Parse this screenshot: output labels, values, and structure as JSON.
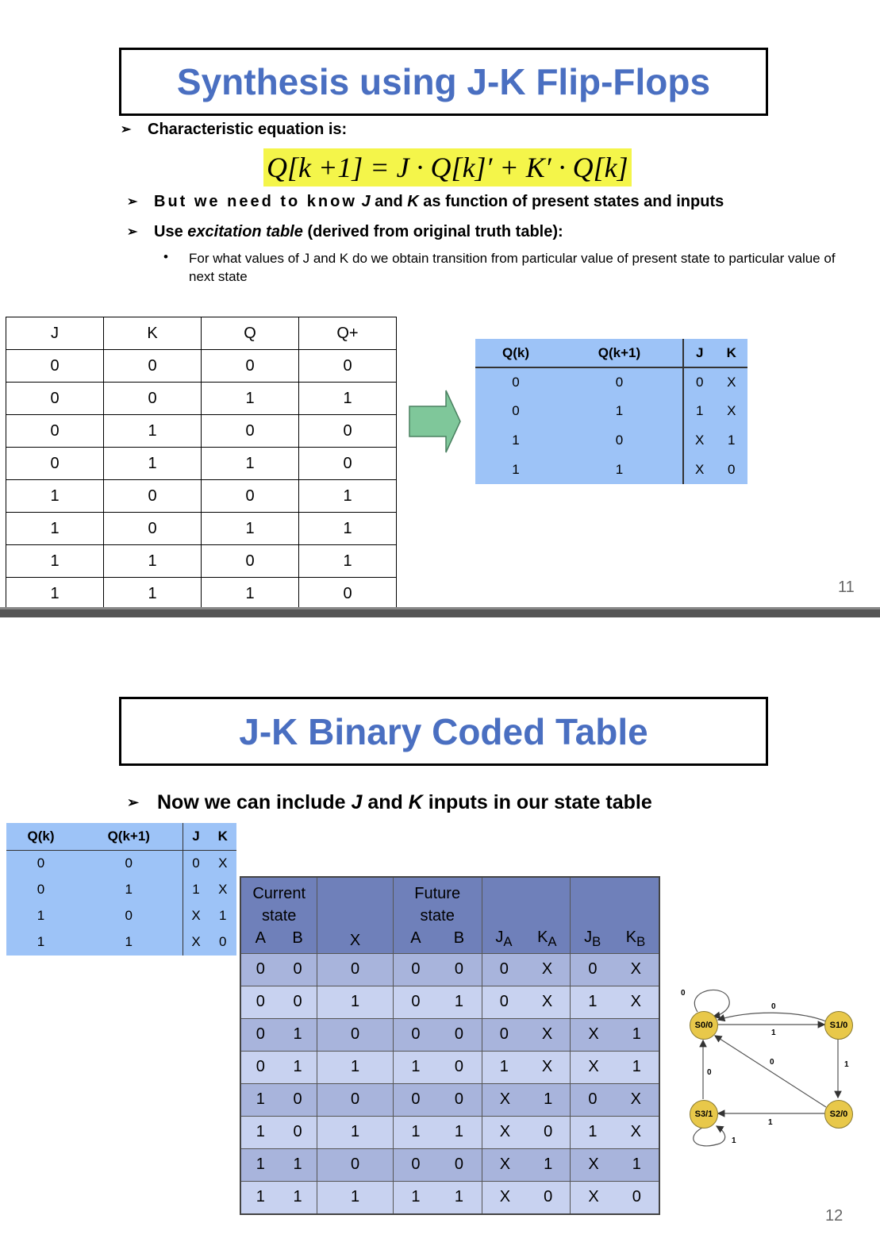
{
  "slide1": {
    "title": "Synthesis using J-K Flip-Flops",
    "bullet1": "Characteristic equation is:",
    "equation": "Q[k +1] = J · Q[k]′ + K′ · Q[k]",
    "bullet2_spaced": "But we need to know",
    "bullet2_J": "J",
    "bullet2_and": "and",
    "bullet2_K": "K",
    "bullet2_rest": "as function of present states and inputs",
    "bullet3_a": "Use",
    "bullet3_em": "excitation table",
    "bullet3_b": "(derived from original truth table):",
    "sub_bullet": "For what values of J and K do we obtain transition from particular value of present state to particular value of next state",
    "truth_table": {
      "headers": [
        "J",
        "K",
        "Q",
        "Q+"
      ],
      "rows": [
        [
          "0",
          "0",
          "0",
          "0"
        ],
        [
          "0",
          "0",
          "1",
          "1"
        ],
        [
          "0",
          "1",
          "0",
          "0"
        ],
        [
          "0",
          "1",
          "1",
          "0"
        ],
        [
          "1",
          "0",
          "0",
          "1"
        ],
        [
          "1",
          "0",
          "1",
          "1"
        ],
        [
          "1",
          "1",
          "0",
          "1"
        ],
        [
          "1",
          "1",
          "1",
          "0"
        ]
      ]
    },
    "excitation_table": {
      "headers": [
        "Q(k)",
        "Q(k+1)",
        "J",
        "K"
      ],
      "rows": [
        [
          "0",
          "0",
          "0",
          "X"
        ],
        [
          "0",
          "1",
          "1",
          "X"
        ],
        [
          "1",
          "0",
          "X",
          "1"
        ],
        [
          "1",
          "1",
          "X",
          "0"
        ]
      ]
    },
    "page_number": "11"
  },
  "slide2": {
    "title": "J-K Binary Coded Table",
    "bullet_a": "Now we can include",
    "bullet_J": "J",
    "bullet_and": "and",
    "bullet_K": "K",
    "bullet_b": "inputs in our state table",
    "excitation_table": {
      "headers": [
        "Q(k)",
        "Q(k+1)",
        "J",
        "K"
      ],
      "rows": [
        [
          "0",
          "0",
          "0",
          "X"
        ],
        [
          "0",
          "1",
          "1",
          "X"
        ],
        [
          "1",
          "0",
          "X",
          "1"
        ],
        [
          "1",
          "1",
          "X",
          "0"
        ]
      ]
    },
    "state_table": {
      "header_current_1": "Current",
      "header_current_2": "state",
      "header_future_1": "Future",
      "header_future_2": "state",
      "header_A": "A",
      "header_B": "B",
      "header_X": "X",
      "header_fA": "A",
      "header_fB": "B",
      "header_JA": "J",
      "header_JA_sub": "A",
      "header_KA": "K",
      "header_KA_sub": "A",
      "header_JB": "J",
      "header_JB_sub": "B",
      "header_KB": "K",
      "header_KB_sub": "B",
      "rows": [
        [
          "0",
          "0",
          "0",
          "0",
          "0",
          "0",
          "X",
          "0",
          "X"
        ],
        [
          "0",
          "0",
          "1",
          "0",
          "1",
          "0",
          "X",
          "1",
          "X"
        ],
        [
          "0",
          "1",
          "0",
          "0",
          "0",
          "0",
          "X",
          "X",
          "1"
        ],
        [
          "0",
          "1",
          "1",
          "1",
          "0",
          "1",
          "X",
          "X",
          "1"
        ],
        [
          "1",
          "0",
          "0",
          "0",
          "0",
          "X",
          "1",
          "0",
          "X"
        ],
        [
          "1",
          "0",
          "1",
          "1",
          "1",
          "X",
          "0",
          "1",
          "X"
        ],
        [
          "1",
          "1",
          "0",
          "0",
          "0",
          "X",
          "1",
          "X",
          "1"
        ],
        [
          "1",
          "1",
          "1",
          "1",
          "1",
          "X",
          "0",
          "X",
          "0"
        ]
      ]
    },
    "diagram": {
      "nodes": [
        "S0/0",
        "S1/0",
        "S2/0",
        "S3/1"
      ],
      "edge_labels": [
        "0",
        "0",
        "1",
        "0",
        "0",
        "1",
        "1",
        "1"
      ]
    },
    "page_number": "12"
  },
  "colors": {
    "title": "#4a6fc1",
    "highlight": "#f4f54a",
    "excitation_bg": "#9dc3f7",
    "table_header": "#6f80ba",
    "node_fill": "#e8c84a"
  }
}
